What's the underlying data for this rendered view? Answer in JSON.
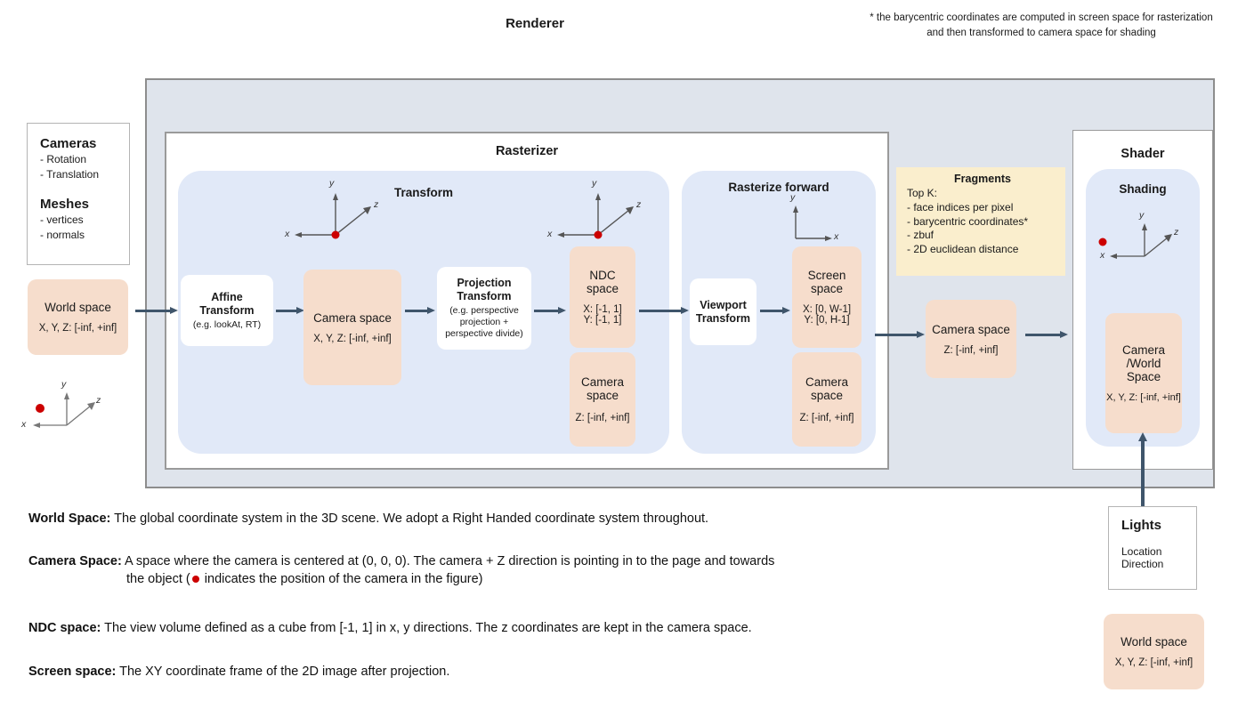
{
  "renderer": {
    "title": "Renderer",
    "footnote": "* the barycentric coordinates are computed in screen space for rasterization and then transformed to camera space for shading"
  },
  "info_card": {
    "cameras_title": "Cameras",
    "cameras_items": [
      "- Rotation",
      "- Translation"
    ],
    "meshes_title": "Meshes",
    "meshes_items": [
      "- vertices",
      "- normals"
    ]
  },
  "world_space_box": {
    "name": "World space",
    "range": "X, Y, Z: [-inf, +inf]"
  },
  "rasterizer": {
    "title": "Rasterizer",
    "transform": {
      "title": "Transform",
      "affine": {
        "line1": "Affine",
        "line2": "Transform",
        "sub": "(e.g. lookAt, RT)"
      },
      "camera_space": {
        "name": "Camera space",
        "range": "X, Y, Z: [-inf, +inf]"
      },
      "projection": {
        "line1": "Projection",
        "line2": "Transform",
        "sub1": "(e.g. perspective",
        "sub2": "projection +",
        "sub3": "perspective divide)"
      },
      "ndc": {
        "line1": "NDC",
        "line2": "space",
        "x": "X: [-1, 1]",
        "y": "Y: [-1, 1]"
      },
      "camera_space_z": {
        "line1": "Camera",
        "line2": "space",
        "z": "Z: [-inf, +inf]"
      }
    },
    "rasterize_forward": {
      "title": "Rasterize forward",
      "viewport": {
        "line1": "Viewport",
        "line2": "Transform"
      },
      "screen": {
        "line1": "Screen",
        "line2": "space",
        "x": "X: [0, W-1]",
        "y": "Y: [0,  H-1]"
      },
      "camera_space_z": {
        "line1": "Camera",
        "line2": "space",
        "z": "Z: [-inf, +inf]"
      }
    }
  },
  "fragments": {
    "title": "Fragments",
    "intro": "Top K:",
    "items": [
      "- face indices per pixel",
      "- barycentric coordinates*",
      "- zbuf",
      "- 2D euclidean distance"
    ]
  },
  "mid_camera_space": {
    "name": "Camera space",
    "range": "Z: [-inf, +inf]"
  },
  "shader": {
    "title": "Shader",
    "shading_title": "Shading",
    "camera_world": {
      "line1": "Camera",
      "line2": "/World",
      "line3": "Space",
      "range": "X, Y, Z: [-inf, +inf]"
    }
  },
  "lights": {
    "title": "Lights",
    "items": [
      "Location",
      "Direction"
    ]
  },
  "bottom_world_space": {
    "name": "World space",
    "range": "X, Y, Z: [-inf, +inf]"
  },
  "axes": {
    "x": "x",
    "y": "y",
    "z": "z"
  },
  "legend": [
    {
      "term": "World Space:",
      "text": " The global coordinate system in the 3D scene. We adopt a Right Handed coordinate system throughout."
    },
    {
      "term": "Camera Space:",
      "text": " A space where the camera is centered at (0, 0, 0). The camera + Z direction is pointing in to the page and towards",
      "text2a": "the object (",
      "text2b": " indicates the position of the camera in the figure)"
    },
    {
      "term": "NDC space:",
      "text": " The view volume defined as a cube from [-1, 1] in x, y directions. The z coordinates are kept in the camera space."
    },
    {
      "term": "Screen space:",
      "text": " The XY coordinate frame of the 2D image after projection."
    }
  ],
  "colors": {
    "peach": "#f6ddcc",
    "blue_panel": "#e1e9f8",
    "renderer_bg": "#dfe4ec",
    "fragments_bg": "#faeecd",
    "arrow": "#3f556b",
    "camera_dot": "#cc0000"
  }
}
